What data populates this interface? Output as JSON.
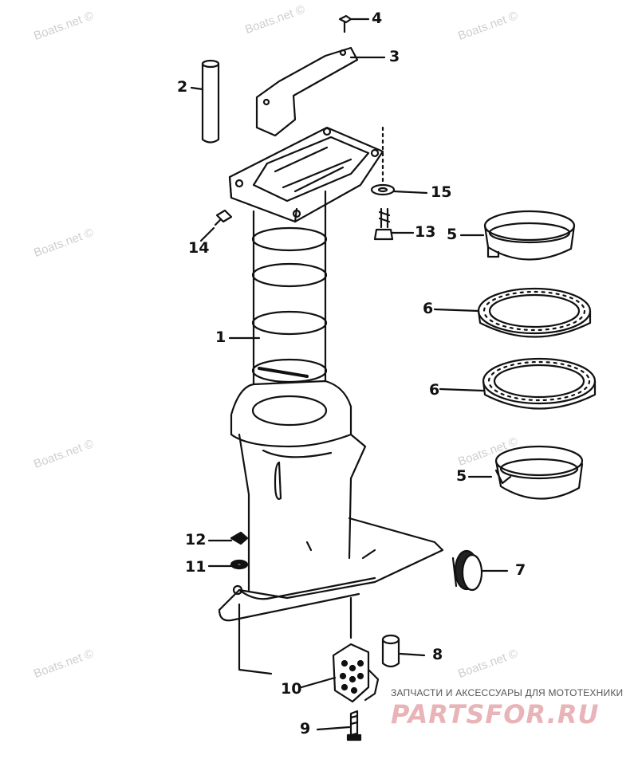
{
  "watermarks": [
    "Boats.net ©",
    "Boats.net ©",
    "Boats.net ©",
    "Boats.net ©",
    "Boats.net ©",
    "Boats.net ©",
    "Boats.net ©"
  ],
  "callouts": {
    "p1": "1",
    "p2": "2",
    "p3": "3",
    "p4": "4",
    "p5a": "5",
    "p5b": "5",
    "p6a": "6",
    "p6b": "6",
    "p7": "7",
    "p8": "8",
    "p9": "9",
    "p10": "10",
    "p11": "11",
    "p12": "12",
    "p13": "13",
    "p14": "14",
    "p15": "15"
  },
  "branding": {
    "tagline": "ЗАПЧАСТИ И АКСЕССУАРЫ ДЛЯ МОТОТЕХНИКИ",
    "logo": "PARTSFOR.RU"
  },
  "colors": {
    "line": "#111111",
    "watermark": "#cfcfcf",
    "logo": "#e8b4b8"
  }
}
